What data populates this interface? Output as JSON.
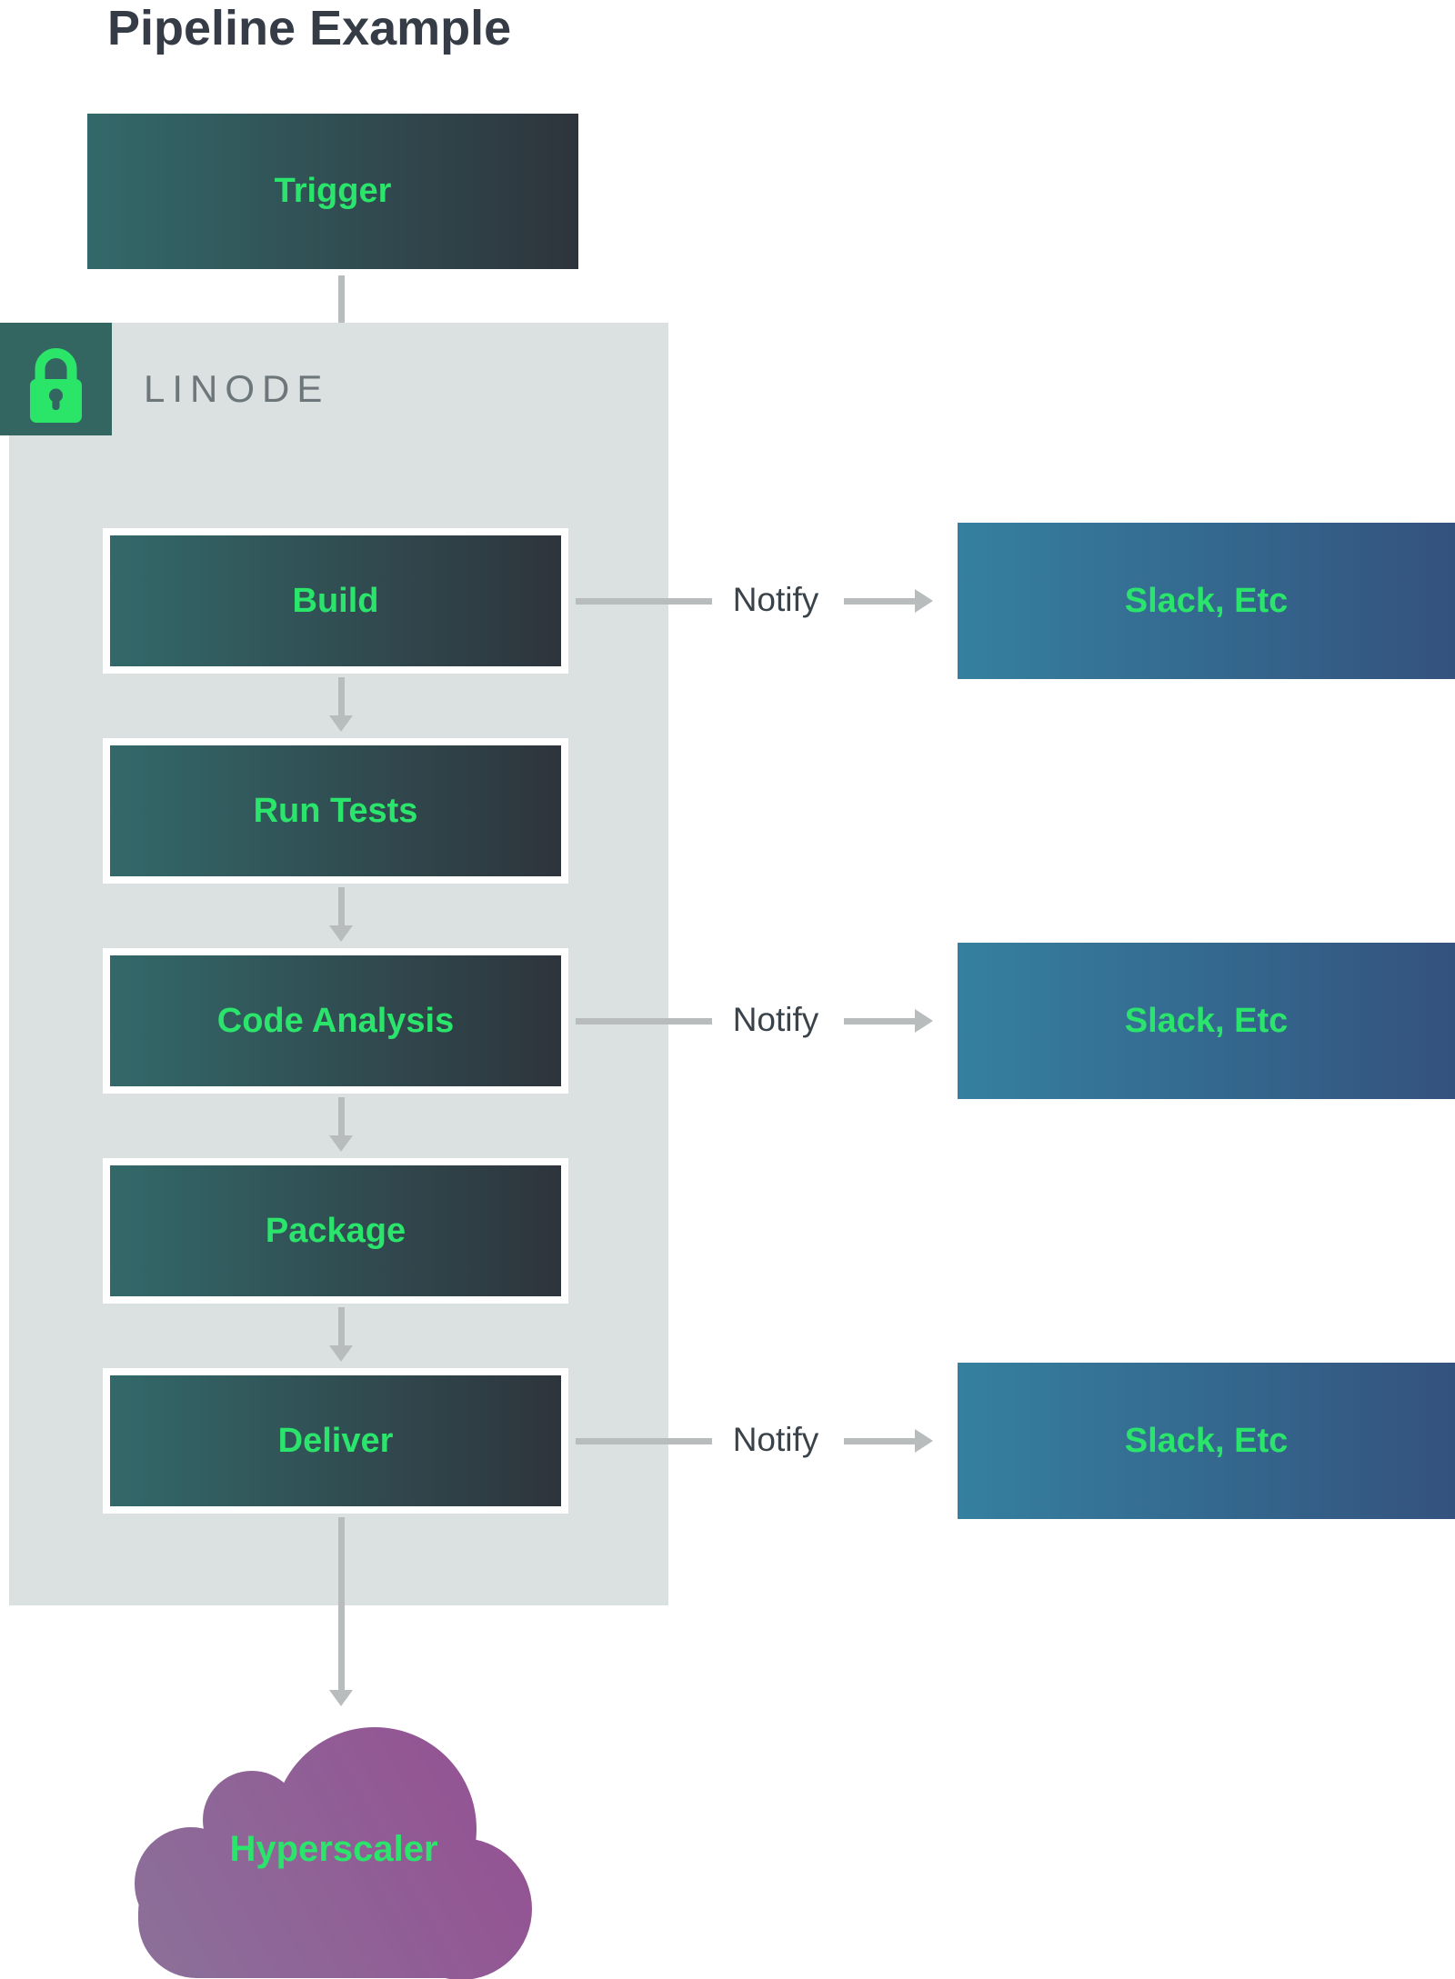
{
  "title": "Pipeline Example",
  "trigger": {
    "label": "Trigger"
  },
  "linode": {
    "label": "LINODE",
    "icon": "lock-icon"
  },
  "pipeline": {
    "steps": [
      {
        "label": "Build",
        "notify": true
      },
      {
        "label": "Run Tests",
        "notify": false
      },
      {
        "label": "Code Analysis",
        "notify": true
      },
      {
        "label": "Package",
        "notify": false
      },
      {
        "label": "Deliver",
        "notify": true
      }
    ],
    "notify_label": "Notify",
    "slack_label": "Slack, Etc"
  },
  "cloud": {
    "label": "Hyperscaler"
  },
  "colors": {
    "accent_green": "#2be46b",
    "step_gradient": [
      "#33696a",
      "#2e343c"
    ],
    "slack_gradient": [
      "#35809f",
      "#34527e"
    ],
    "cloud_gradient": [
      "#8b7199",
      "#954f93"
    ],
    "panel_bg": "#dae1e0",
    "lock_tile_bg": "#336561",
    "arrow_gray": "#b8bcbd",
    "title_text": "#353c46",
    "notify_text": "#3a424a",
    "linode_text": "#6d767b"
  }
}
